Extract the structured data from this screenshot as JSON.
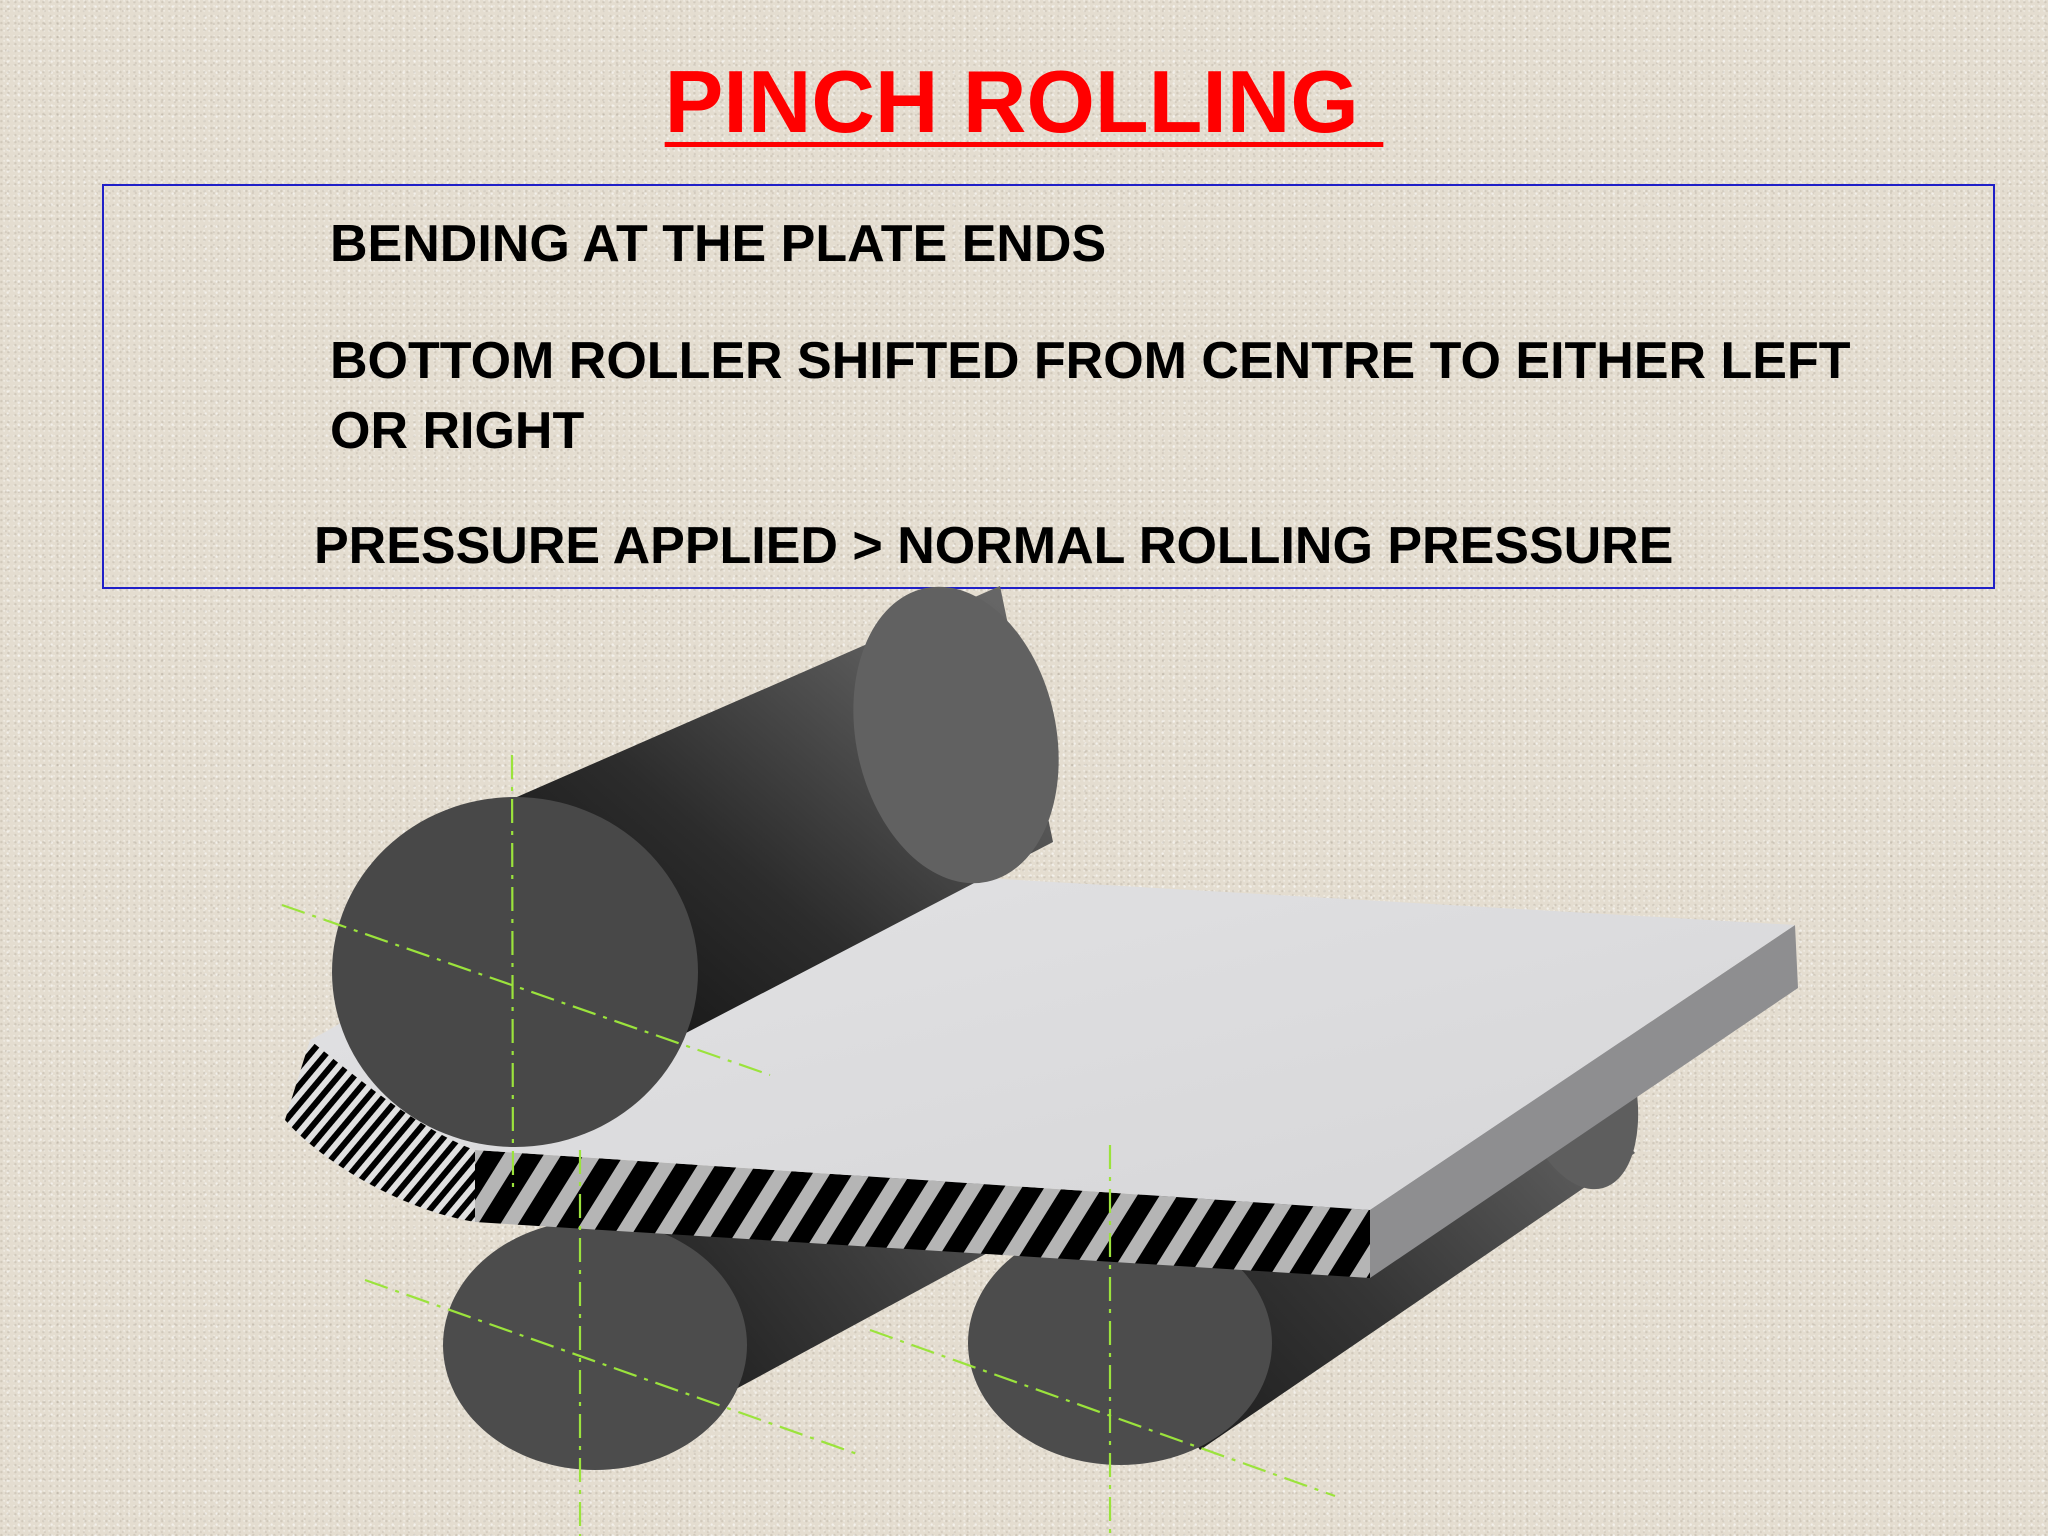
{
  "slide": {
    "title": "PINCH ROLLING ",
    "points": [
      "BENDING AT THE PLATE ENDS",
      "BOTTOM ROLLER SHIFTED FROM CENTRE TO EITHER LEFT OR RIGHT",
      "PRESSURE APPLIED > NORMAL ROLLING PRESSURE"
    ]
  },
  "colors": {
    "title": "#ff0000",
    "box_border": "#2020c8",
    "roller": "#4a4a4a",
    "plate": "#dcdcde",
    "centerline": "#9be33c"
  }
}
